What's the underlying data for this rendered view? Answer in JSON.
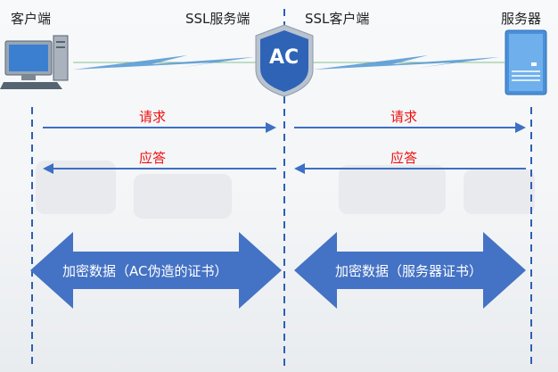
{
  "labels": {
    "client": "客户端",
    "ssl_server": "SSL服务端",
    "ssl_client": "SSL客户端",
    "server": "服务器"
  },
  "ac_badge": "AC",
  "left_link": {
    "request": "请求",
    "response": "应答"
  },
  "right_link": {
    "request": "请求",
    "response": "应答"
  },
  "encrypted_left": "加密数据（AC伪造的证书）",
  "encrypted_right": "加密数据（服务器证书）",
  "colors": {
    "arrow_blue": "#3d6fc4",
    "big_arrow": "#4472c4",
    "request_red": "#ee1111",
    "dashed_line": "#2e5fb3"
  }
}
